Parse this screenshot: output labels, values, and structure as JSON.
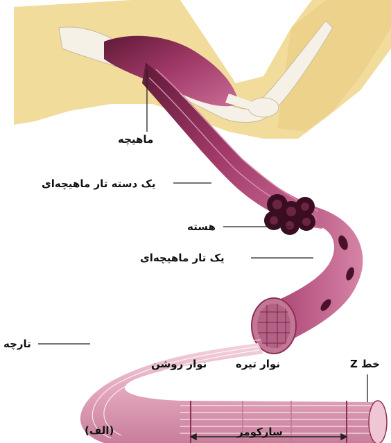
{
  "labels": {
    "muscle": "ماهیچه",
    "fascicle": "یک دسته تار ماهیچه‌ای",
    "nucleus": "هسته",
    "muscle_fiber": "یک تار ماهیچه‌ای",
    "myofibril": "تارچه",
    "light_band": "نوار روشن",
    "dark_band": "نوار تیره",
    "z_line": "خط Z",
    "sarcomere": "سارکومر",
    "figure_tag": "(الف)"
  },
  "colors": {
    "skin": "#f1dc9c",
    "bone": "#f6f1e6",
    "muscle_dark": "#7a2446",
    "muscle_mid": "#b04676",
    "muscle_light": "#e2a3bd",
    "myofibril": "#e7b8c6",
    "ink": "#111111"
  }
}
